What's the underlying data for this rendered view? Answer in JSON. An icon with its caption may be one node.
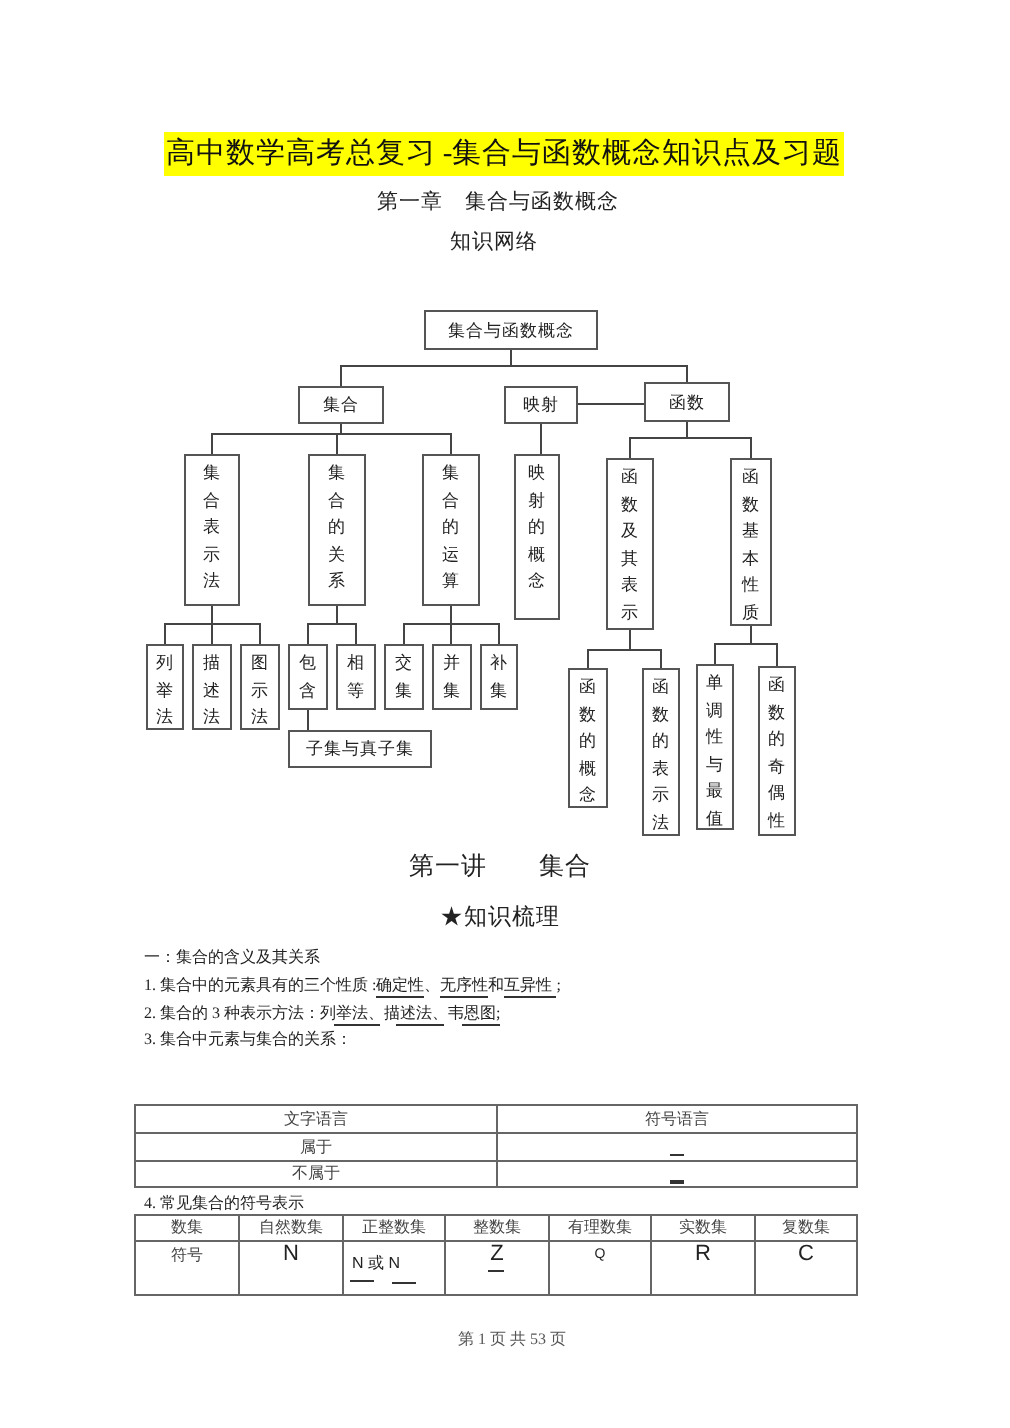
{
  "diagram": {
    "title": "高中数学高考总复习 -集合与函数概念知识点及习题",
    "nodes": [
      {
        "text": [
          "集合与函数概念"
        ]
      },
      {
        "text": [
          "集合"
        ]
      },
      {
        "text": [
          "映射"
        ]
      },
      {
        "text": [
          "函数"
        ]
      },
      {
        "text": [
          "集合表示法"
        ]
      },
      {
        "text": [
          "集合的关系"
        ]
      },
      {
        "text": [
          "集合的运算"
        ]
      },
      {
        "text": [
          "映射的概念"
        ]
      },
      {
        "text": [
          "函数及其表示"
        ]
      },
      {
        "text": [
          "函数基本性质"
        ]
      },
      {
        "text": [
          "列举法"
        ]
      },
      {
        "text": [
          "描述法"
        ]
      },
      {
        "text": [
          "图示法"
        ]
      },
      {
        "text": [
          "包含"
        ]
      },
      {
        "text": [
          "相等"
        ]
      },
      {
        "text": [
          "交集"
        ]
      },
      {
        "text": [
          "并集"
        ]
      },
      {
        "text": [
          "补集"
        ]
      },
      {
        "text": [
          "子集与真子集"
        ]
      },
      {
        "text": [
          "函数的概念"
        ]
      },
      {
        "text": [
          "函数的表示法"
        ]
      },
      {
        "text": [
          "单调性与最值"
        ]
      },
      {
        "text": [
          "函数的奇偶性"
        ]
      }
    ],
    "edges": [
      {
        "from": 0,
        "to": 1,
        "arrow": "none"
      },
      {
        "from": 0,
        "to": 3,
        "arrow": "none"
      },
      {
        "from": 2,
        "to": 3,
        "arrow": "none"
      },
      {
        "from": 1,
        "to": 4,
        "arrow": "none"
      },
      {
        "from": 1,
        "to": 5,
        "arrow": "none"
      },
      {
        "from": 1,
        "to": 6,
        "arrow": "none"
      },
      {
        "from": 2,
        "to": 7,
        "arrow": "none"
      },
      {
        "from": 3,
        "to": 8,
        "arrow": "none"
      },
      {
        "from": 3,
        "to": 9,
        "arrow": "none"
      },
      {
        "from": 4,
        "to": 10,
        "arrow": "none"
      },
      {
        "from": 4,
        "to": 11,
        "arrow": "none"
      },
      {
        "from": 4,
        "to": 12,
        "arrow": "none"
      },
      {
        "from": 5,
        "to": 13,
        "arrow": "none"
      },
      {
        "from": 5,
        "to": 14,
        "arrow": "none"
      },
      {
        "from": 6,
        "to": 15,
        "arrow": "none"
      },
      {
        "from": 6,
        "to": 16,
        "arrow": "none"
      },
      {
        "from": 6,
        "to": 17,
        "arrow": "none"
      },
      {
        "from": 13,
        "to": 18,
        "arrow": "none"
      },
      {
        "from": 8,
        "to": 19,
        "arrow": "none"
      },
      {
        "from": 8,
        "to": 20,
        "arrow": "none"
      },
      {
        "from": 9,
        "to": 21,
        "arrow": "none"
      },
      {
        "from": 9,
        "to": 22,
        "arrow": "none"
      }
    ],
    "labels": [
      "第一章　集合与函数概念",
      "知识网络",
      "第一讲　　集合",
      "★知识梳理",
      "一：集合的含义及其关系",
      "1. 集合中的元素具有的三个性质 :确定性、无序性和互异性 ;",
      "2. 集合的 3 种表示方法：列举法、描述法、韦恩图;",
      "3. 集合中元素与集合的关系：",
      "文字语言",
      "符号语言",
      "属于",
      "不属于",
      "4. 常见集合的符号表示",
      "数集",
      "自然数集",
      "正整数集",
      "整数集",
      "有理数集",
      "实数集",
      "复数集",
      "符号",
      "N",
      "N 或 N",
      "Z",
      "Q",
      "R",
      "C",
      "第 1 页 共 53 页"
    ]
  }
}
